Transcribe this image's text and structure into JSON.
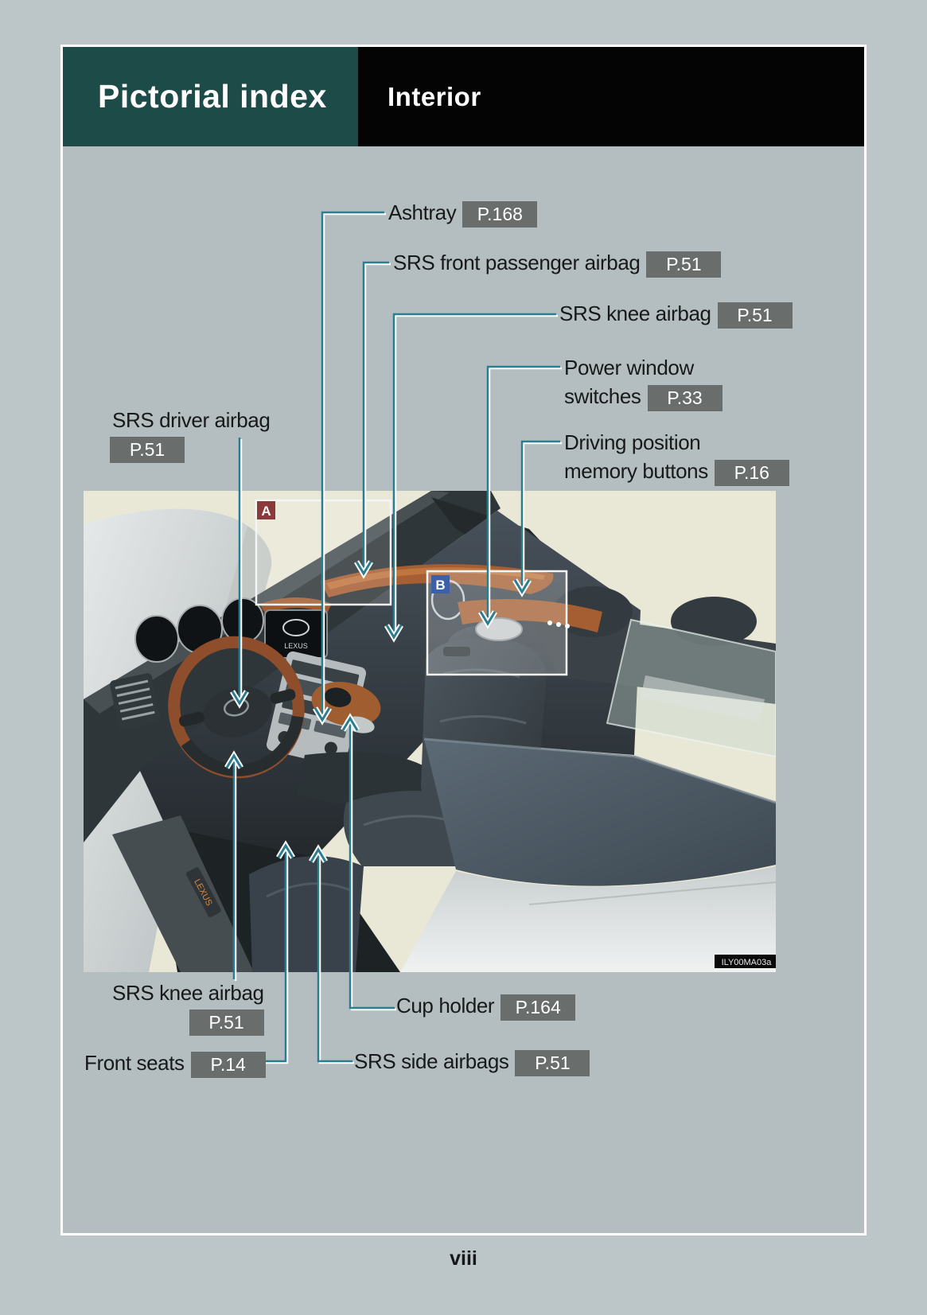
{
  "page": {
    "title": "Pictorial index",
    "section": "Interior",
    "page_number": "viii",
    "photo_code": "ILY00MA03a"
  },
  "colors": {
    "header_teal": "#1d4b47",
    "header_black": "#040404",
    "panel_bg": "#b4bec1",
    "outer_bg": "#bcc5c7",
    "connector_teal": "#2b7e90",
    "badge_gray": "#696d6b",
    "marker_a_red": "#8b3a3b",
    "marker_b_blue": "#3b5fa8"
  },
  "callouts": [
    {
      "id": "ashtray",
      "label": "Ashtray",
      "page_ref": "P.168"
    },
    {
      "id": "srs-front-passenger-airbag",
      "label": "SRS front passenger airbag",
      "page_ref": "P.51"
    },
    {
      "id": "srs-knee-airbag-upper",
      "label": "SRS knee airbag",
      "page_ref": "P.51"
    },
    {
      "id": "power-window-switches",
      "label": "Power window switches",
      "lines": [
        "Power window",
        "switches"
      ],
      "page_ref": "P.33"
    },
    {
      "id": "driving-position-memory-buttons",
      "label": "Driving position memory buttons",
      "lines": [
        "Driving position",
        "memory buttons"
      ],
      "page_ref": "P.16"
    },
    {
      "id": "srs-driver-airbag",
      "label": "SRS driver airbag",
      "page_ref": "P.51"
    },
    {
      "id": "srs-knee-airbag-lower",
      "label": "SRS knee airbag",
      "page_ref": "P.51"
    },
    {
      "id": "front-seats",
      "label": "Front seats",
      "page_ref": "P.14"
    },
    {
      "id": "cup-holder",
      "label": "Cup holder",
      "page_ref": "P.164"
    },
    {
      "id": "srs-side-airbags",
      "label": "SRS side airbags",
      "page_ref": "P.51"
    }
  ],
  "photo_markers": [
    {
      "label": "A"
    },
    {
      "label": "B"
    }
  ]
}
